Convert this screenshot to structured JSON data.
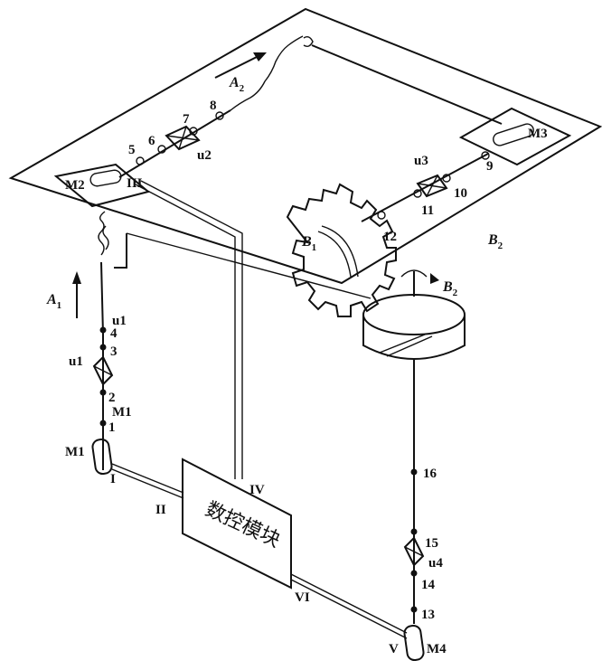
{
  "labels": {
    "num_1": "1",
    "num_2": "2",
    "num_3": "3",
    "num_4": "4",
    "num_5": "5",
    "num_6": "6",
    "num_7": "7",
    "num_8": "8",
    "num_9": "9",
    "num_10": "10",
    "num_11": "11",
    "num_12": "12",
    "num_13": "13",
    "num_14": "14",
    "num_15": "15",
    "num_16": "16",
    "u1_top": "u1",
    "u1_left": "u1",
    "u2": "u2",
    "u3": "u3",
    "u4": "u4",
    "M1_right": "M1",
    "M1_left": "M1",
    "M2": "M2",
    "M3": "M3",
    "M4": "M4",
    "roman_I": "I",
    "roman_II": "II",
    "roman_III": "III",
    "roman_IV": "IV",
    "roman_V": "V",
    "roman_VI": "VI",
    "A1": "A",
    "A1_sub": "1",
    "A2": "A",
    "A2_sub": "2",
    "B1": "B",
    "B1_sub": "1",
    "B2_plate": "B",
    "B2_plate_sub": "2",
    "B2_table": "B",
    "B2_table_sub": "2",
    "cnc_module": "数控模块"
  }
}
